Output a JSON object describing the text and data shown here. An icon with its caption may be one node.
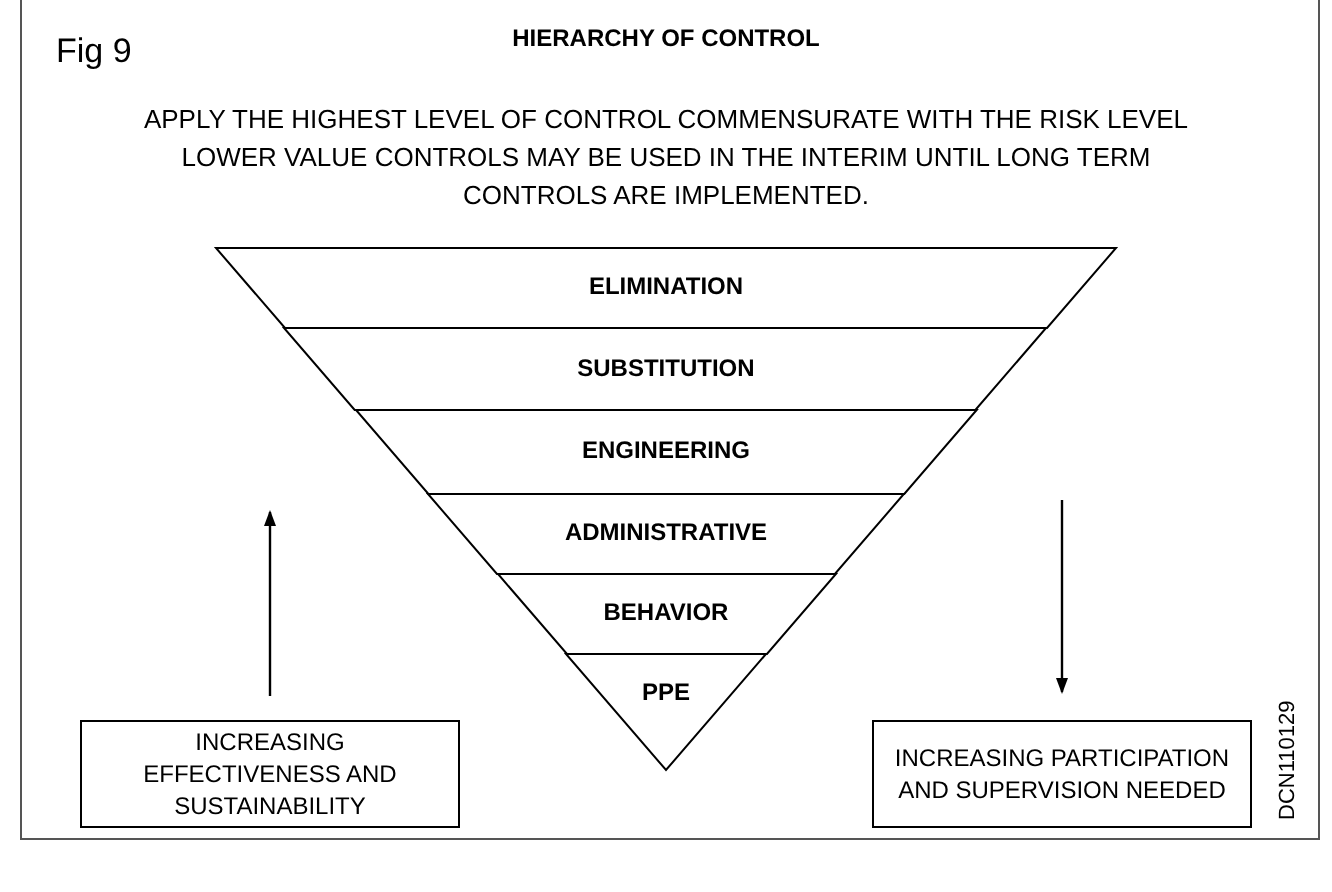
{
  "diagram": {
    "title": "HIERARCHY OF CONTROL",
    "nodes": [
      {
        "text": [
          "ELIMINATION"
        ]
      },
      {
        "text": [
          "SUBSTITUTION"
        ]
      },
      {
        "text": [
          "ENGINEERING"
        ]
      },
      {
        "text": [
          "ADMINISTRATIVE"
        ]
      },
      {
        "text": [
          "BEHAVIOR"
        ]
      },
      {
        "text": [
          "PPE"
        ]
      },
      {
        "text": [
          "INCREASING EFFECTIVENESS AND SUSTAINABILITY"
        ]
      },
      {
        "text": [
          "INCREASING PARTICIPATION AND SUPERVISION NEEDED"
        ]
      }
    ],
    "edges": [],
    "labels": [
      "Fig 9",
      "APPLY THE HIGHEST LEVEL OF CONTROL COMMENSURATE WITH THE RISK LEVEL LOWER VALUE CONTROLS MAY BE USED IN THE INTERIM UNTIL LONG TERM CONTROLS ARE IMPLEMENTED.",
      "DCN110129"
    ]
  }
}
